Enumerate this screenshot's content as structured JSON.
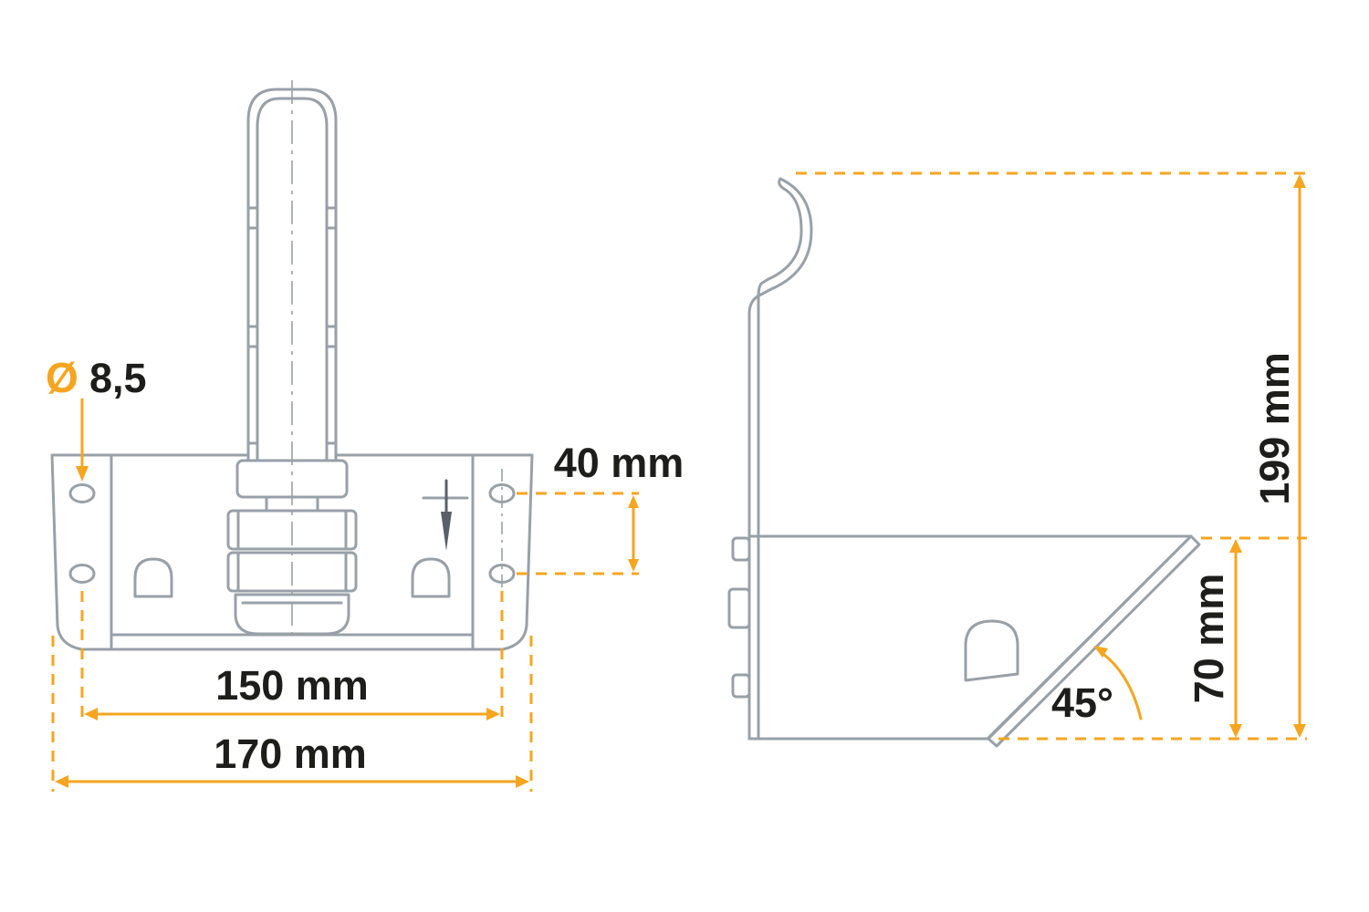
{
  "page": {
    "background": "#ffffff"
  },
  "colors": {
    "outline_gray": "#98A0A8",
    "dimension_orange": "#F6A520",
    "label_dark": "#1D1D1B"
  },
  "front_view": {
    "name": "front view of bracket with bolt",
    "labels": {
      "diameter_symbol": "Ø",
      "diameter_value": "8,5",
      "hole_spacing": "40 mm",
      "inner_width": "150 mm",
      "outer_width": "170 mm"
    }
  },
  "side_view": {
    "name": "side view of bracket with angled flap",
    "labels": {
      "total_height": "199 mm",
      "flap_height": "70 mm",
      "flap_angle": "45°"
    }
  }
}
